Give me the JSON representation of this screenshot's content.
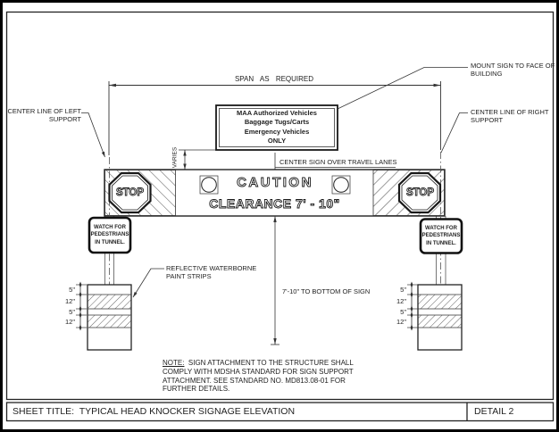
{
  "drawing": {
    "span_label": "SPAN AS REQUIRED",
    "mount_note": [
      "MOUNT SIGN TO FACE OF",
      "BUILDING"
    ],
    "left_support_note": [
      "CENTER LINE OF LEFT",
      "SUPPORT"
    ],
    "right_support_note": [
      "CENTER LINE OF RIGHT",
      "SUPPORT"
    ],
    "varies_label": "VARIES",
    "center_sign_note": "CENTER SIGN OVER TRAVEL LANES",
    "overhead_sign": {
      "lines": [
        "MAA Authorized Vehicles",
        "Baggage Tugs/Carts",
        "Emergency Vehicles",
        "ONLY"
      ]
    },
    "beam_sign": {
      "caution": "CAUTION",
      "clearance": "CLEARANCE 7' - 10\"",
      "stop": "STOP"
    },
    "pedestrian_sign": {
      "lines": [
        "WATCH FOR",
        "PEDESTRIANS",
        "IN TUNNEL."
      ]
    },
    "paint_note": [
      "REFLECTIVE WATERBORNE",
      "PAINT STRIPS"
    ],
    "height_note": "7'-10\" TO BOTTOM OF SIGN",
    "strip_dims": [
      "5\"",
      "12\"",
      "5\"",
      "12\""
    ],
    "note": {
      "label": "NOTE:",
      "line1_rest": "  SIGN ATTACHMENT TO THE STRUCTURE SHALL",
      "lines": [
        "COMPLY WITH MDSHA STANDARD FOR SIGN SUPPORT",
        "ATTACHMENT.  SEE STANDARD NO. MD813.08-01 FOR",
        "FURTHER DETAILS."
      ]
    }
  },
  "title_block": {
    "sheet_title": "SHEET TITLE:  TYPICAL HEAD KNOCKER SIGNAGE ELEVATION",
    "detail_label": "DETAIL 2"
  },
  "colors": {
    "line": "#2a2a2a",
    "background": "#ffffff"
  }
}
